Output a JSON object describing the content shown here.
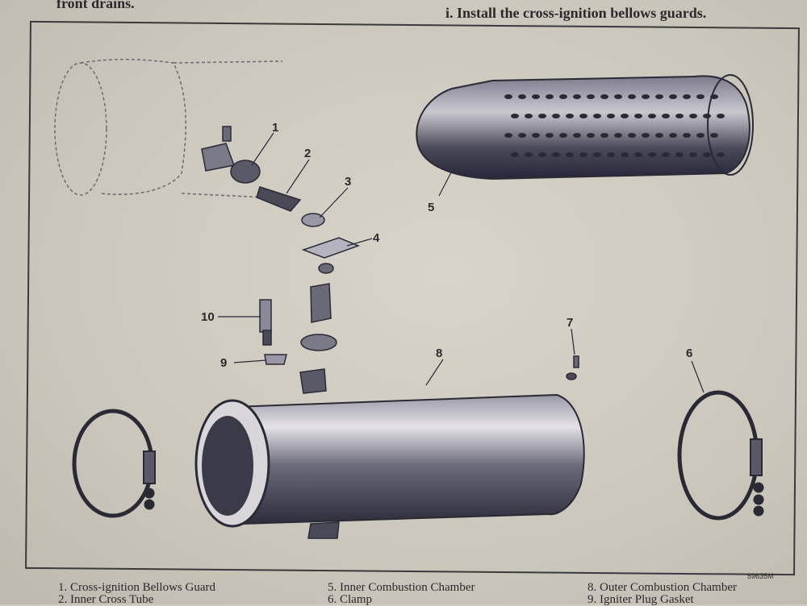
{
  "header": {
    "left_text": "front drains.",
    "right_text": "i. Install the cross-ignition bellows guards."
  },
  "figure": {
    "code": "59635M",
    "callouts": [
      "1",
      "2",
      "3",
      "4",
      "5",
      "6",
      "7",
      "8",
      "9",
      "10"
    ]
  },
  "legend": {
    "col1": [
      "1. Cross-ignition Bellows Guard",
      "2. Inner Cross Tube"
    ],
    "col2": [
      "5. Inner Combustion Chamber",
      "6. Clamp"
    ],
    "col3": [
      "8. Outer Combustion Chamber",
      "9. Igniter Plug Gasket"
    ]
  }
}
